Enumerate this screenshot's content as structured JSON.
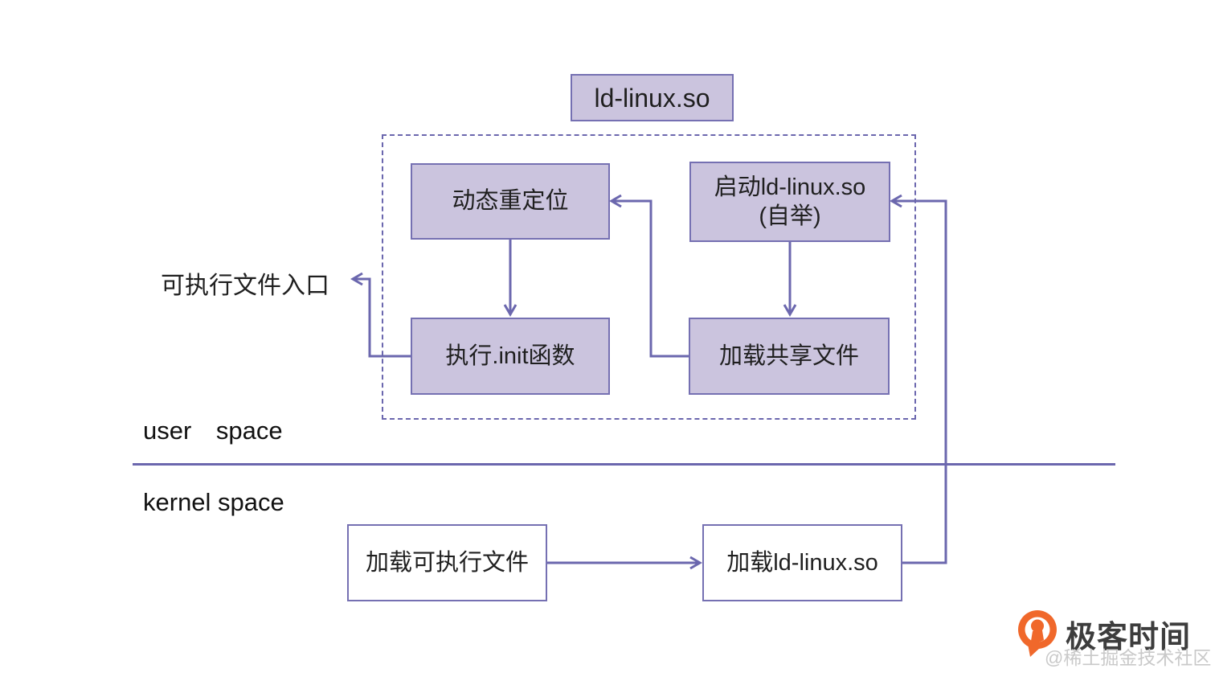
{
  "diagram": {
    "title_box_label": "ld-linux.so",
    "boxes": {
      "dynamic_relocation": "动态重定位",
      "bootstrap_line1": "启动ld-linux.so",
      "bootstrap_line2": "(自举)",
      "exec_init": "执行.init函数",
      "load_shared": "加载共享文件",
      "load_executable": "加载可执行文件",
      "load_ld_linux": "加载ld-linux.so"
    },
    "labels": {
      "entry": "可执行文件入口",
      "user_space": "user space",
      "kernel_space": "kernel space"
    }
  },
  "branding": {
    "logo_text": "极客时间",
    "watermark": "@稀土掘金技术社区"
  },
  "colors": {
    "background": "#ffffff",
    "box_fill": "#cbc4de",
    "box_border": "#7570b2",
    "line": "#6b67ae",
    "text": "#1f1f1f",
    "logo_orange": "#f0682b",
    "logo_text_color": "#3d3d3d",
    "watermark_color": "#c9c9c9"
  }
}
